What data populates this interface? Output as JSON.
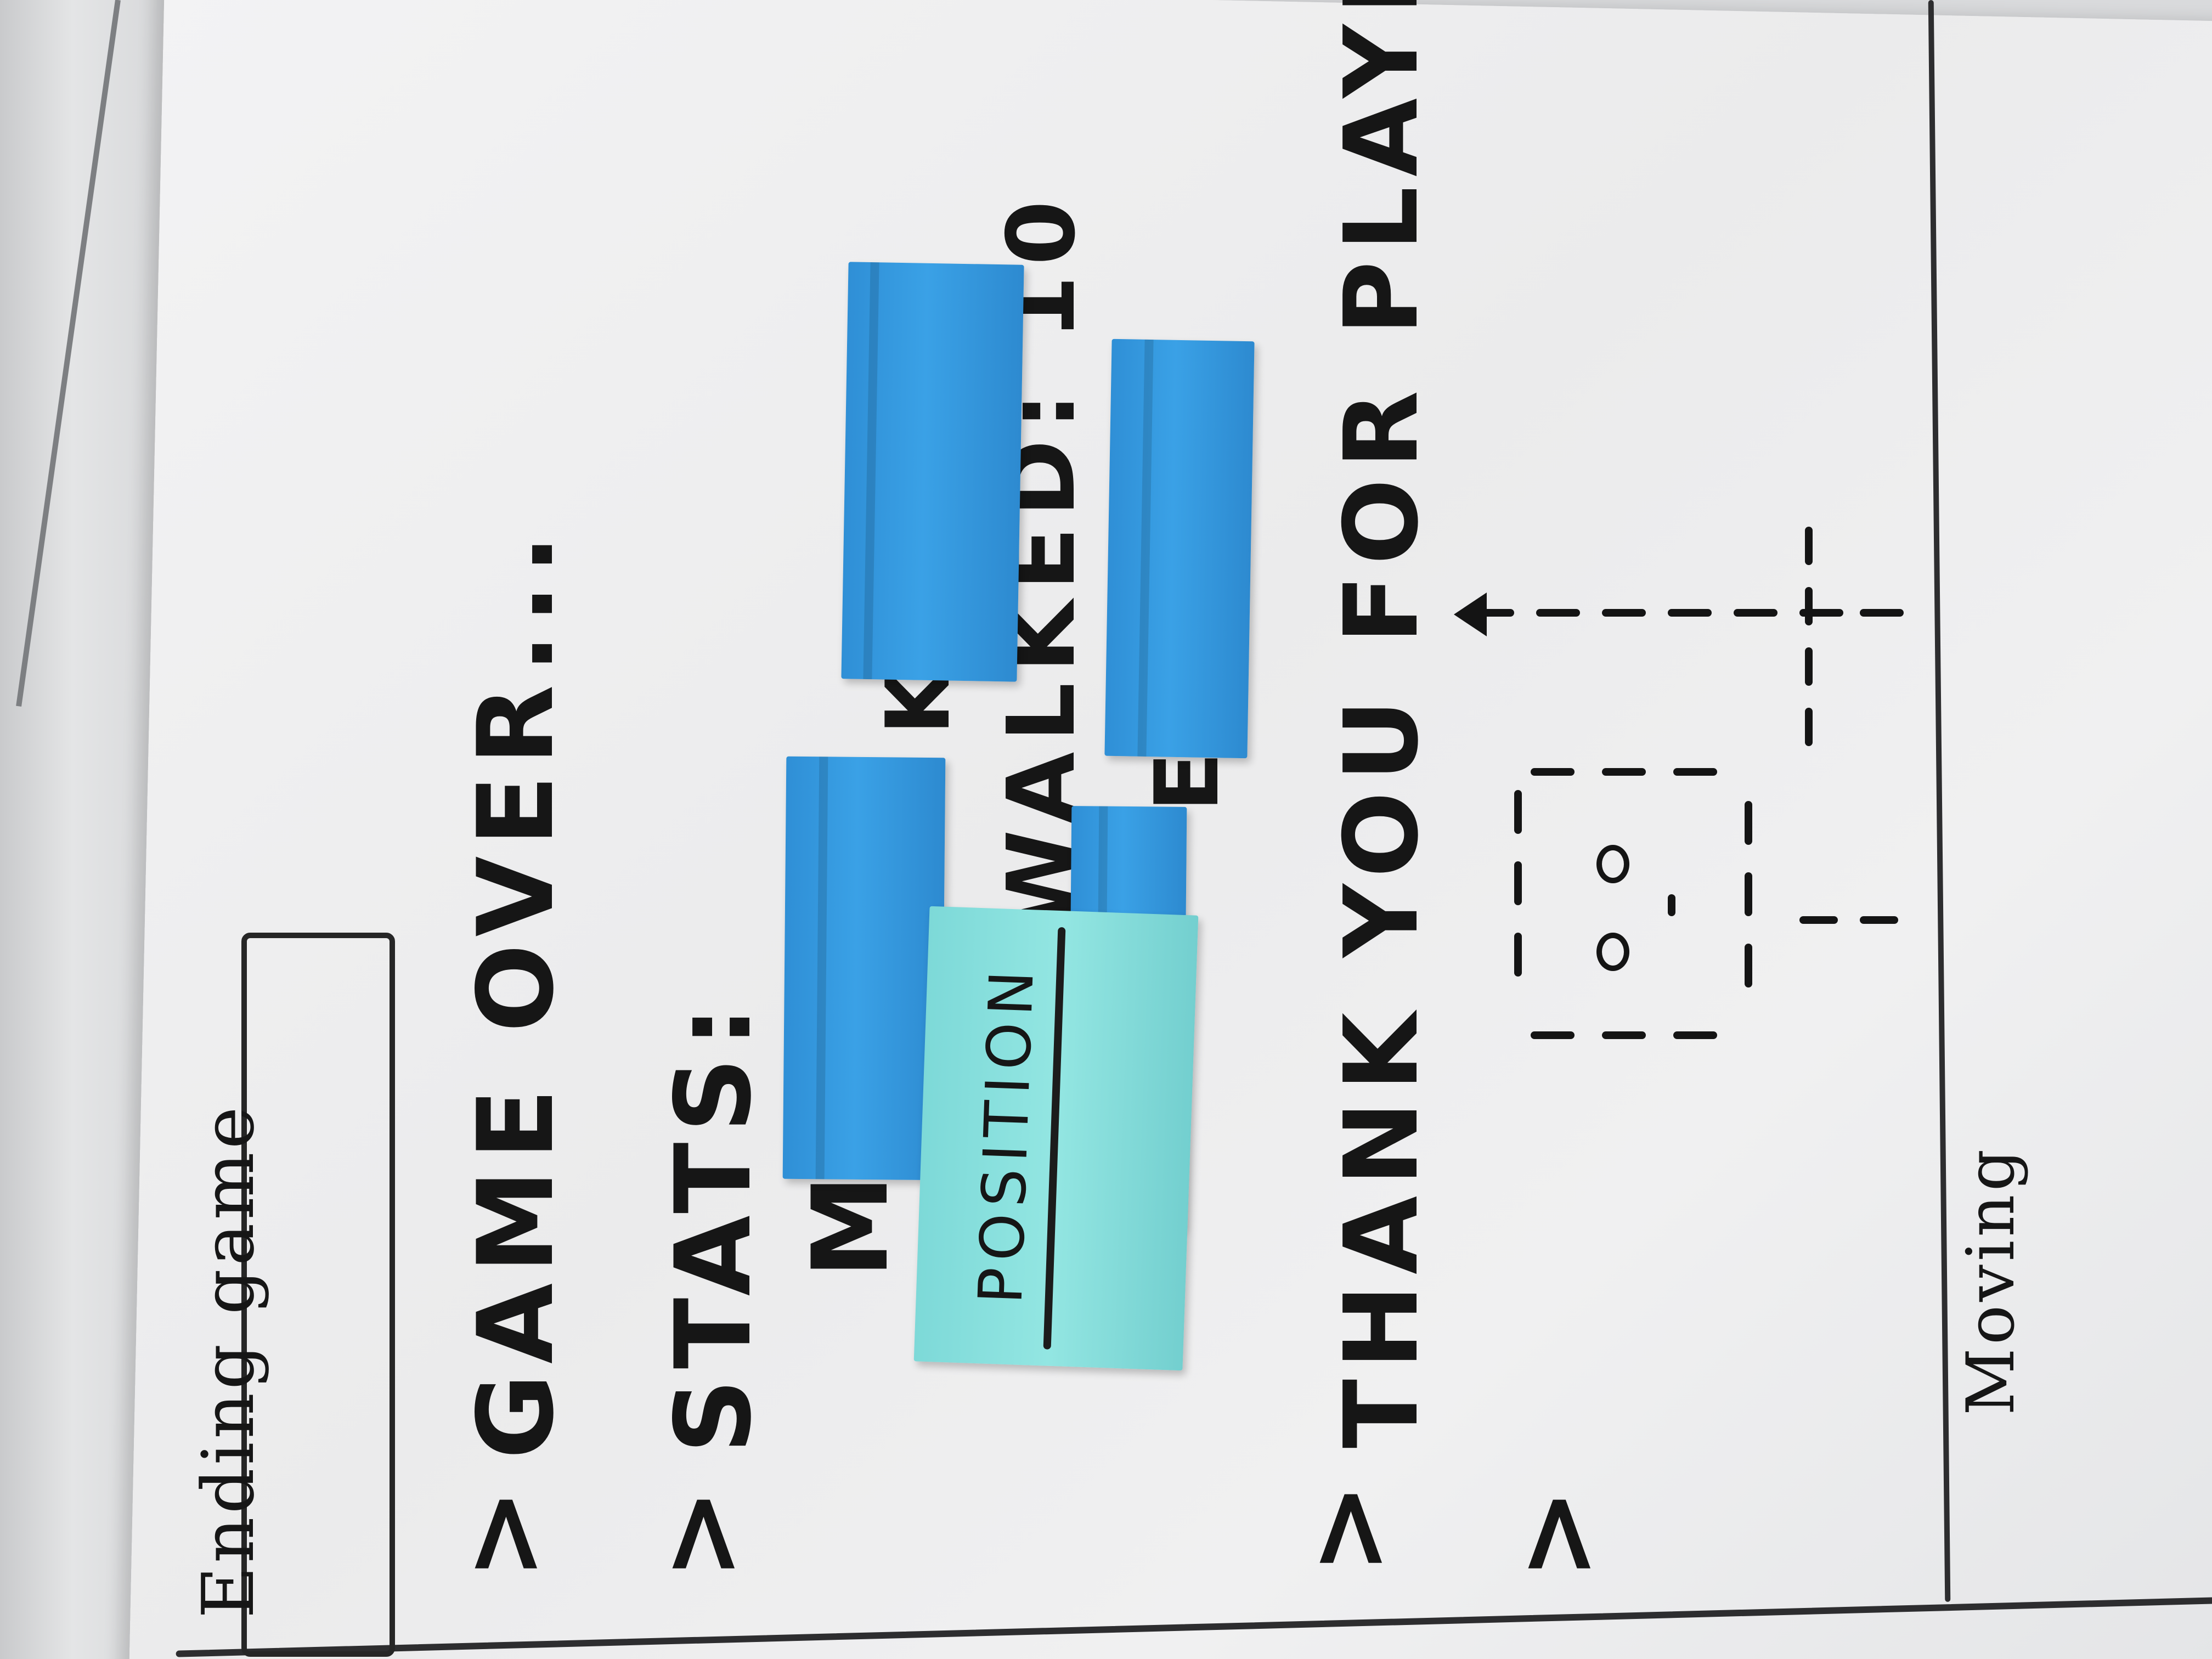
{
  "sketch": {
    "frame_title": "Ending game",
    "line1": "GAME OVER...",
    "line2": "STATS:",
    "stat_left": "M",
    "stat_walked": "WALKED: 10",
    "stat_k": "K",
    "stat_e": "E",
    "position_note": "POSITION",
    "line3": "THANK YOU FOR PLAYING!",
    "prompt_symbol": ">",
    "bottom_label": "Moving"
  },
  "colors": {
    "ink": "#161616",
    "blue_note": "#3aa1e6",
    "teal_note": "#93e6e2",
    "paper": "#f0f0f1"
  }
}
